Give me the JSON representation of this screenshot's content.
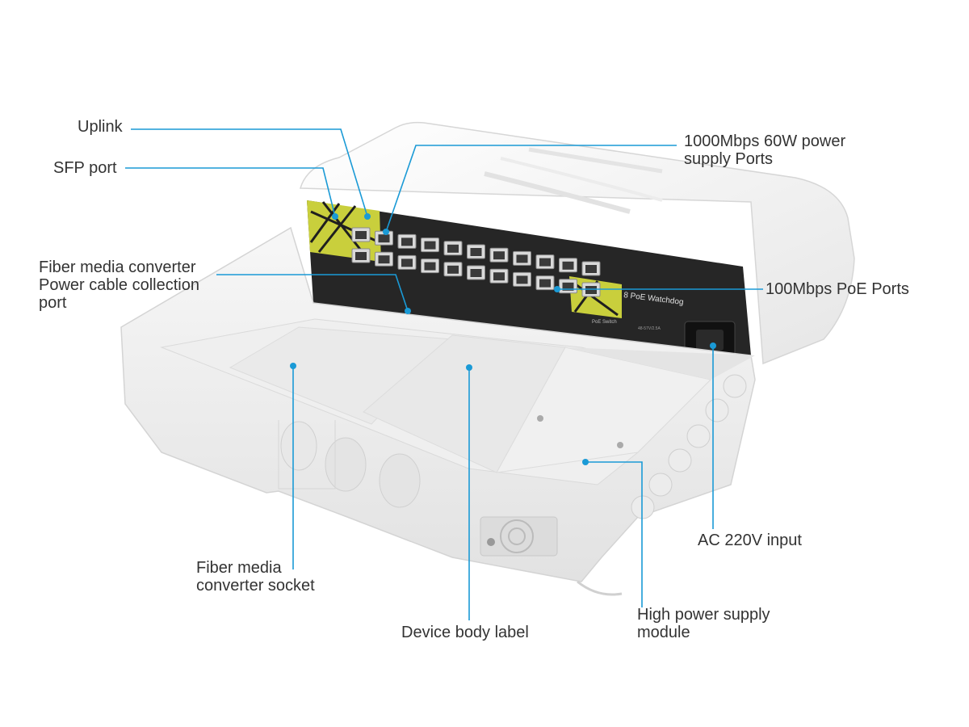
{
  "colors": {
    "leader": "#1a9ad6",
    "text": "#333333",
    "enclosure": "#f4f4f4",
    "panel": "#1f1f1f",
    "accent": "#c9cf3c"
  },
  "panel_text": {
    "brand": "8 PoE Watchdog",
    "model": "PoE Switch",
    "spec": "48-57V/2.5A"
  },
  "labels": {
    "uplink": "Uplink",
    "sfp_port": "SFP port",
    "fiber_power": [
      "Fiber media converter",
      "Power cable collection",
      "port"
    ],
    "gigabit_ports": [
      "1000Mbps 60W power",
      "supply Ports"
    ],
    "poe_ports": "100Mbps PoE Ports",
    "ac_input": "AC 220V input",
    "fiber_socket": [
      "Fiber media",
      "converter socket"
    ],
    "body_label": "Device body label",
    "power_module": [
      "High power supply",
      "module"
    ]
  }
}
